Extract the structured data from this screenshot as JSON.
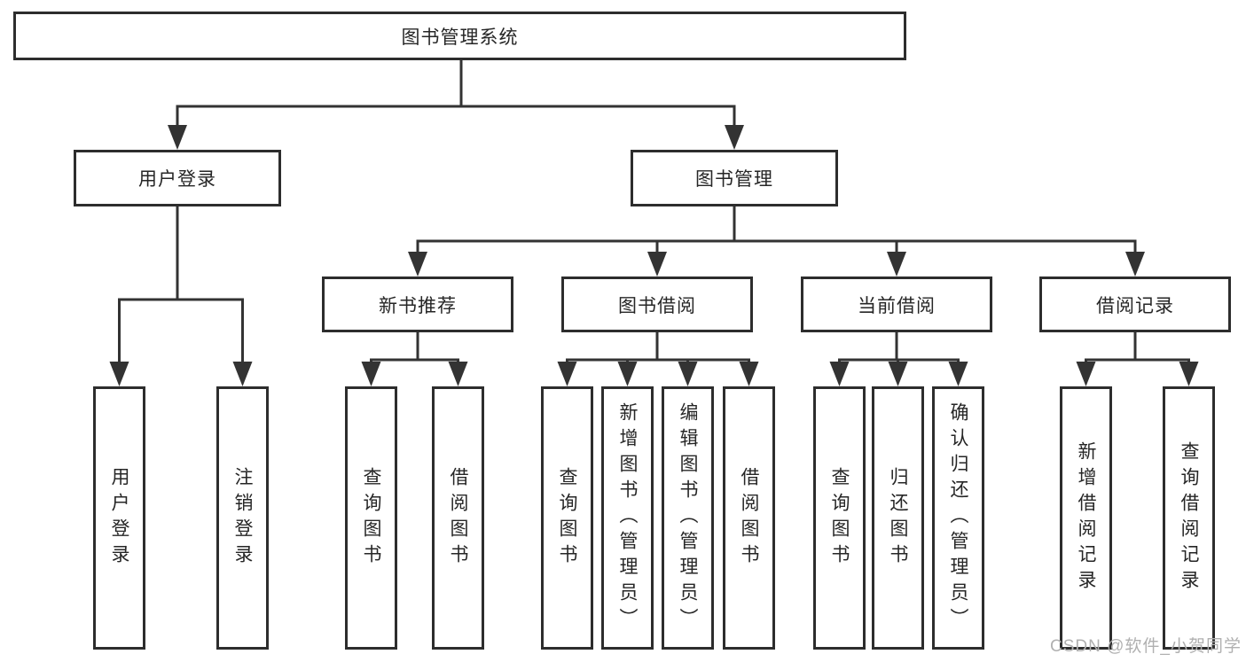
{
  "diagram": {
    "root": "图书管理系统",
    "level2": [
      "用户登录",
      "图书管理"
    ],
    "level3": [
      "新书推荐",
      "图书借阅",
      "当前借阅",
      "借阅记录"
    ],
    "leaves": {
      "login": [
        "用户登录",
        "注销登录"
      ],
      "recommend": [
        "查询图书",
        "借阅图书"
      ],
      "borrow": [
        "查询图书",
        "新增图书（管理员）",
        "编辑图书（管理员）",
        "借阅图书"
      ],
      "current": [
        "查询图书",
        "归还图书",
        "确认归还（管理员）"
      ],
      "records": [
        "新增借阅记录",
        "查询借阅记录"
      ]
    },
    "watermark": "CSDN @软件_小贺同学",
    "colors": {
      "line": "#333333",
      "box_border": "#2d2d2d",
      "box_fill": "#ffffff",
      "text": "#262626",
      "watermark": "#b0b0b0"
    }
  }
}
